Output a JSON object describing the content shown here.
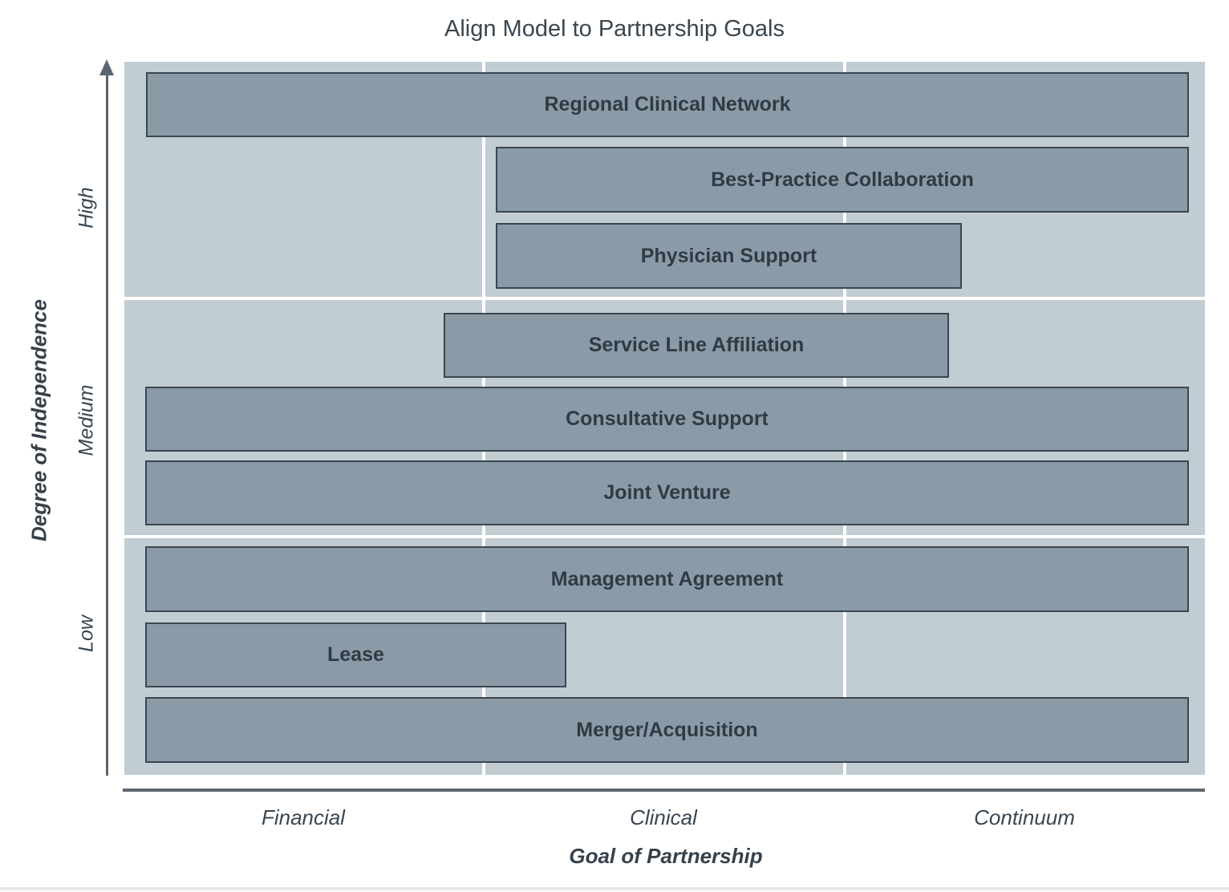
{
  "title": "Align Model to Partnership Goals",
  "y_axis": {
    "title": "Degree of Independence",
    "levels": [
      "Low",
      "Medium",
      "High"
    ]
  },
  "x_axis": {
    "title": "Goal of Partnership",
    "categories": [
      "Financial",
      "Clinical",
      "Continuum"
    ]
  },
  "models": [
    {
      "label": "Regional Clinical Network",
      "level": "High"
    },
    {
      "label": "Best-Practice Collaboration",
      "level": "High"
    },
    {
      "label": "Physician Support",
      "level": "High"
    },
    {
      "label": "Service Line Affiliation",
      "level": "Medium"
    },
    {
      "label": "Consultative Support",
      "level": "Medium"
    },
    {
      "label": "Joint Venture",
      "level": "Medium"
    },
    {
      "label": "Management Agreement",
      "level": "Low"
    },
    {
      "label": "Lease",
      "level": "Low"
    },
    {
      "label": "Merger/Acquisition",
      "level": "Low"
    }
  ],
  "colors": {
    "background_panel": "#c2ccd3",
    "bar_fill": "#8a9ba7",
    "bar_border": "#3b4650",
    "text": "#2f3a44",
    "axis": "#5a6772"
  }
}
